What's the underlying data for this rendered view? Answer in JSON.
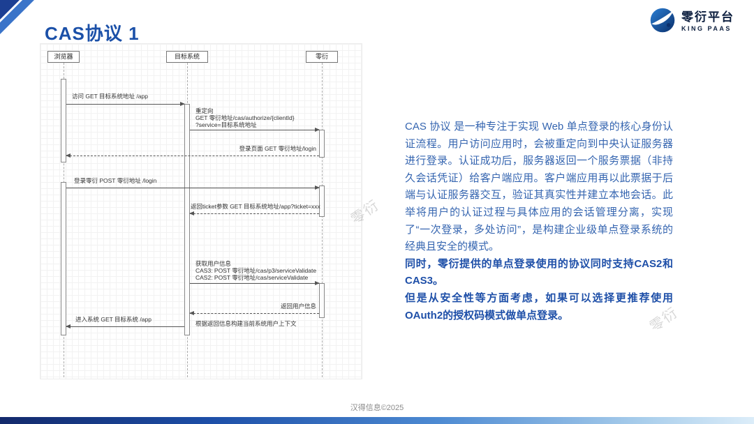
{
  "slide": {
    "title": "CAS协议 1",
    "footer": "汉得信息©2025"
  },
  "logo": {
    "name": "零衍平台",
    "subtitle": "KING PAAS"
  },
  "watermark": "零衍",
  "diagram": {
    "participants": [
      {
        "label": "浏览器"
      },
      {
        "label": "目标系统"
      },
      {
        "label": "零衍"
      }
    ],
    "messages": [
      {
        "label": "访问 GET 目标系统地址 /app"
      },
      {
        "label": "重定向\nGET 零衍地址/cas/authorize/{clientId}\n?service=目标系统地址"
      },
      {
        "label": "登录页面 GET 零衍地址/login"
      },
      {
        "label": "登录零衍 POST 零衍地址 /login"
      },
      {
        "label": "返回ticket参数 GET 目标系统地址/app?ticket=xxx"
      },
      {
        "label": "获取用户信息\nCAS3: POST 零衍地址/cas/p3/serviceValidate\nCAS2: POST 零衍地址/cas/serviceValidate"
      },
      {
        "label": "返回用户信息"
      },
      {
        "label": "进入系统 GET 目标系统 /app"
      },
      {
        "label": "根据返回信息构建当前系统用户上下文"
      }
    ]
  },
  "content": {
    "paragraph": "CAS 协议 是一种专注于实现 Web 单点登录的核心身份认证流程。用户访问应用时，会被重定向到中央认证服务器进行登录。认证成功后，服务器返回一个服务票据（非持久会话凭证）给客户端应用。客户端应用再以此票据于后端与认证服务器交互，验证其真实性并建立本地会话。此举将用户的认证过程与具体应用的会话管理分离，实现了“一次登录，多处访问”，是构建企业级单点登录系统的经典且安全的模式。",
    "bold1": "同时，零衍提供的单点登录使用的协议同时支持CAS2和CAS3。",
    "bold2": "但是从安全性等方面考虑，如果可以选择更推荐使用OAuth2的授权码模式做单点登录。"
  }
}
